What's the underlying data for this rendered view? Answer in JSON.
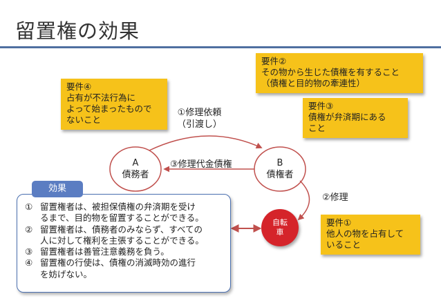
{
  "title": "留置権の効果",
  "parties": {
    "a": {
      "line1": "A",
      "line2": "債務者"
    },
    "b": {
      "line1": "B",
      "line2": "債権者"
    }
  },
  "object": {
    "line1": "自転",
    "line2": "車"
  },
  "relations": {
    "repair_request": {
      "line1": "①修理依頼",
      "line2": "（引渡し）"
    },
    "possession": "②修理",
    "claim": "③修理代金債権"
  },
  "requirements": {
    "req1": {
      "title": "要件①",
      "lines": [
        "他人の物を占有して",
        "いること"
      ]
    },
    "req2": {
      "title": "要件②",
      "lines": [
        "その物から生じた債権を有すること",
        "（債権と目的物の牽連性）"
      ]
    },
    "req3": {
      "title": "要件③",
      "lines": [
        "債権が弁済期にある",
        "こと"
      ]
    },
    "req4": {
      "title": "要件④",
      "lines": [
        "占有が不法行為に",
        "よって始まったもので",
        "ないこと"
      ]
    }
  },
  "effects": {
    "tab_label": "効果",
    "items": [
      {
        "num": "①",
        "lines": [
          "留置権者は、被担保債権の弁済期を受け",
          "るまで、目的物を留置することができる。"
        ]
      },
      {
        "num": "②",
        "lines": [
          "留置権者は、債務者のみならず、すべての",
          "人に対して権利を主張することができる。"
        ]
      },
      {
        "num": "③",
        "lines": [
          "留置権者は善管注意義務を負う。"
        ]
      },
      {
        "num": "④",
        "lines": [
          "留置権の行使は、債権の消滅時効の進行",
          "を妨げない。"
        ]
      }
    ]
  },
  "colors": {
    "title_rule": "#4f6fa0",
    "note_fill": "#f6c21a",
    "effects_border": "#4a6fb0",
    "effects_tab": "#5b7dc2",
    "object_fill": "#d5242a",
    "connector": "#c0504d"
  }
}
